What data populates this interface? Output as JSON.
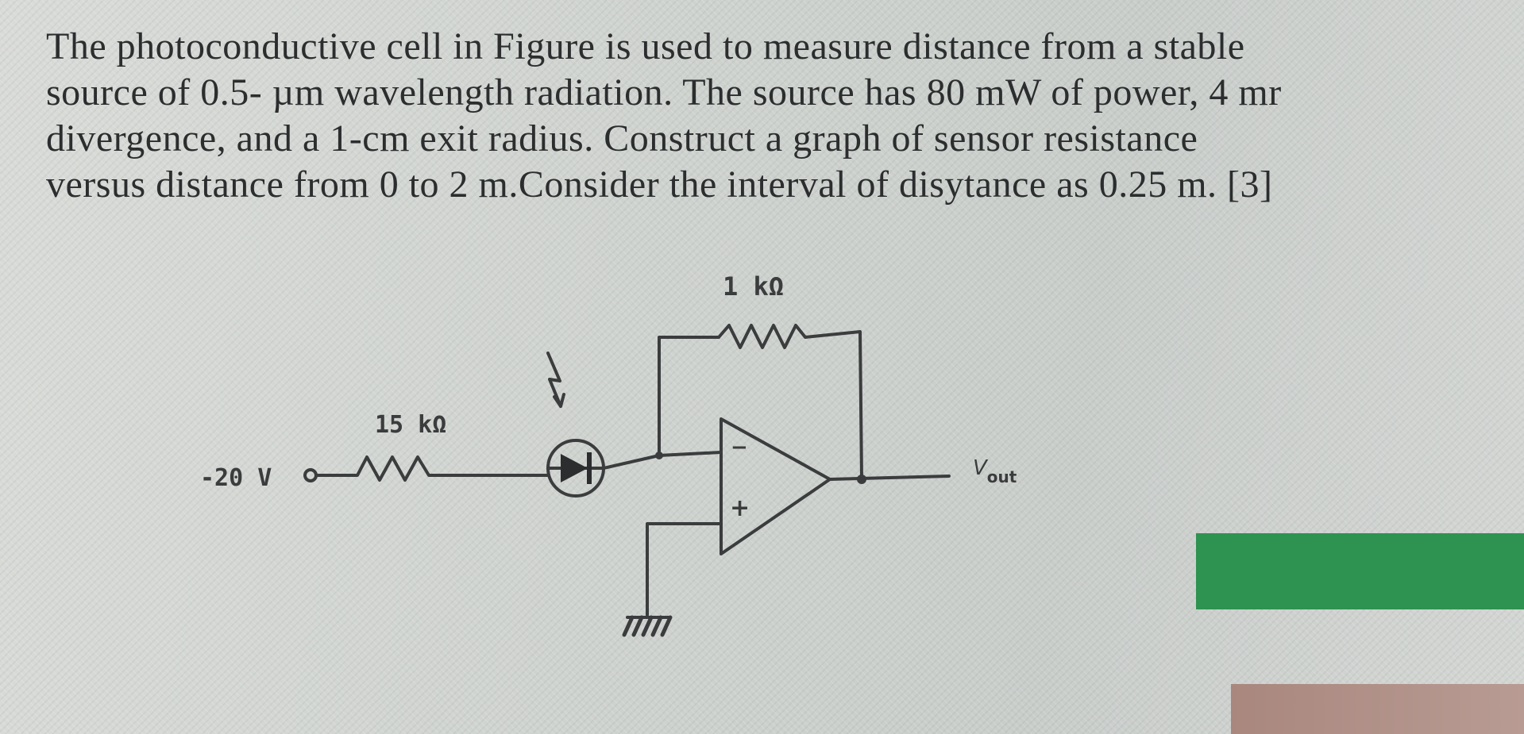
{
  "question": {
    "lines": [
      "The photoconductive cell in Figure  is used to measure distance from a stable",
      "source of 0.5- µm wavelength radiation. The source has 80 mW of power, 4 mr",
      "divergence, and a 1-cm exit radius. Construct a graph of sensor resistance",
      "versus distance from 0 to 2 m.Consider the interval of disytance as 0.25 m.   [3]"
    ]
  },
  "circuit": {
    "feedback_resistor_label": "1 kΩ",
    "input_resistor_label": "15 kΩ",
    "source_voltage_label": "-20 V",
    "inverting_input_sign": "−",
    "noninverting_input_sign": "+",
    "output_label_main": "V",
    "output_label_sub": "out"
  },
  "colors": {
    "ink": "#2b2d2e",
    "green_block": "#2e9251"
  }
}
